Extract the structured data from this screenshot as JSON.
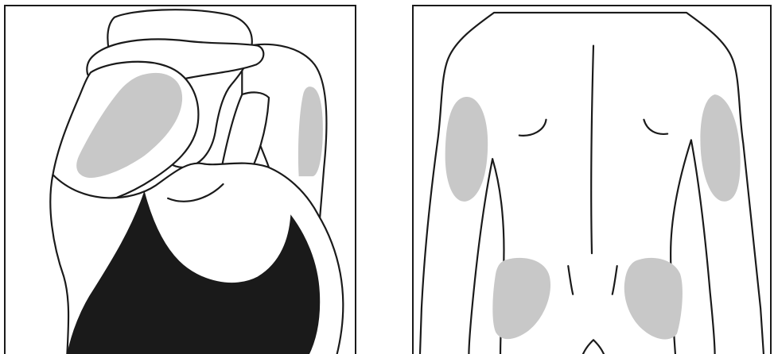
{
  "colors": {
    "background": "#ffffff",
    "line": "#1a1a1a",
    "highlight": "#c8c8c8",
    "garment": "#1a1a1a"
  },
  "panels": [
    {
      "view": "arms-raised-side",
      "highlighted_areas": [
        "upper-arm-back-left",
        "upper-arm-back-right"
      ]
    },
    {
      "view": "back",
      "highlighted_areas": [
        "upper-arm-back-left",
        "upper-arm-back-right",
        "upper-buttock-left",
        "upper-buttock-right"
      ]
    }
  ]
}
